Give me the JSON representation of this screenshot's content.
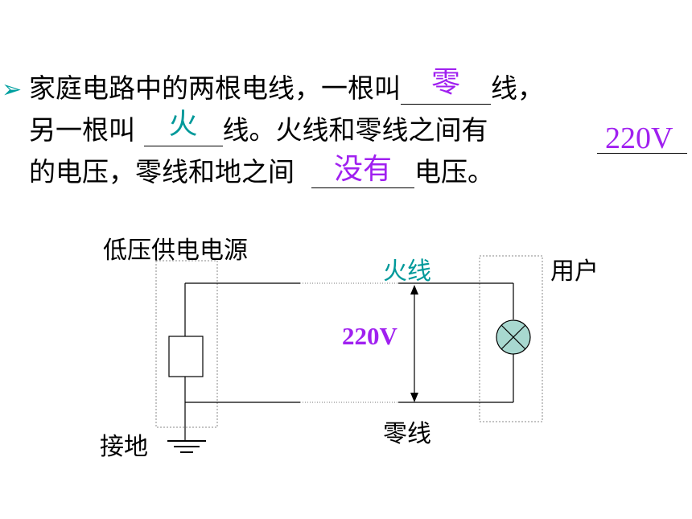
{
  "bullet": "➢",
  "sentence": {
    "l1a": "家庭电路中的两根电线，一根叫",
    "a1": "零",
    "l1b": "线，",
    "l2a": "另一根叫",
    "a2": "火",
    "l2b": "线。火线和零线之间有",
    "a3": "220V",
    "l3a": "的电压，零线和地之间",
    "a4": "没有",
    "l3b": "电压。"
  },
  "diagram": {
    "source_label": "低压供电电源",
    "live_label": "火线",
    "user_label": "用户",
    "voltage_label": "220V",
    "neutral_label": "零线",
    "ground_label": "接地"
  },
  "colors": {
    "purple": "#a020f0",
    "teal": "#00999a",
    "lamp_fill": "#a8d8d0"
  }
}
